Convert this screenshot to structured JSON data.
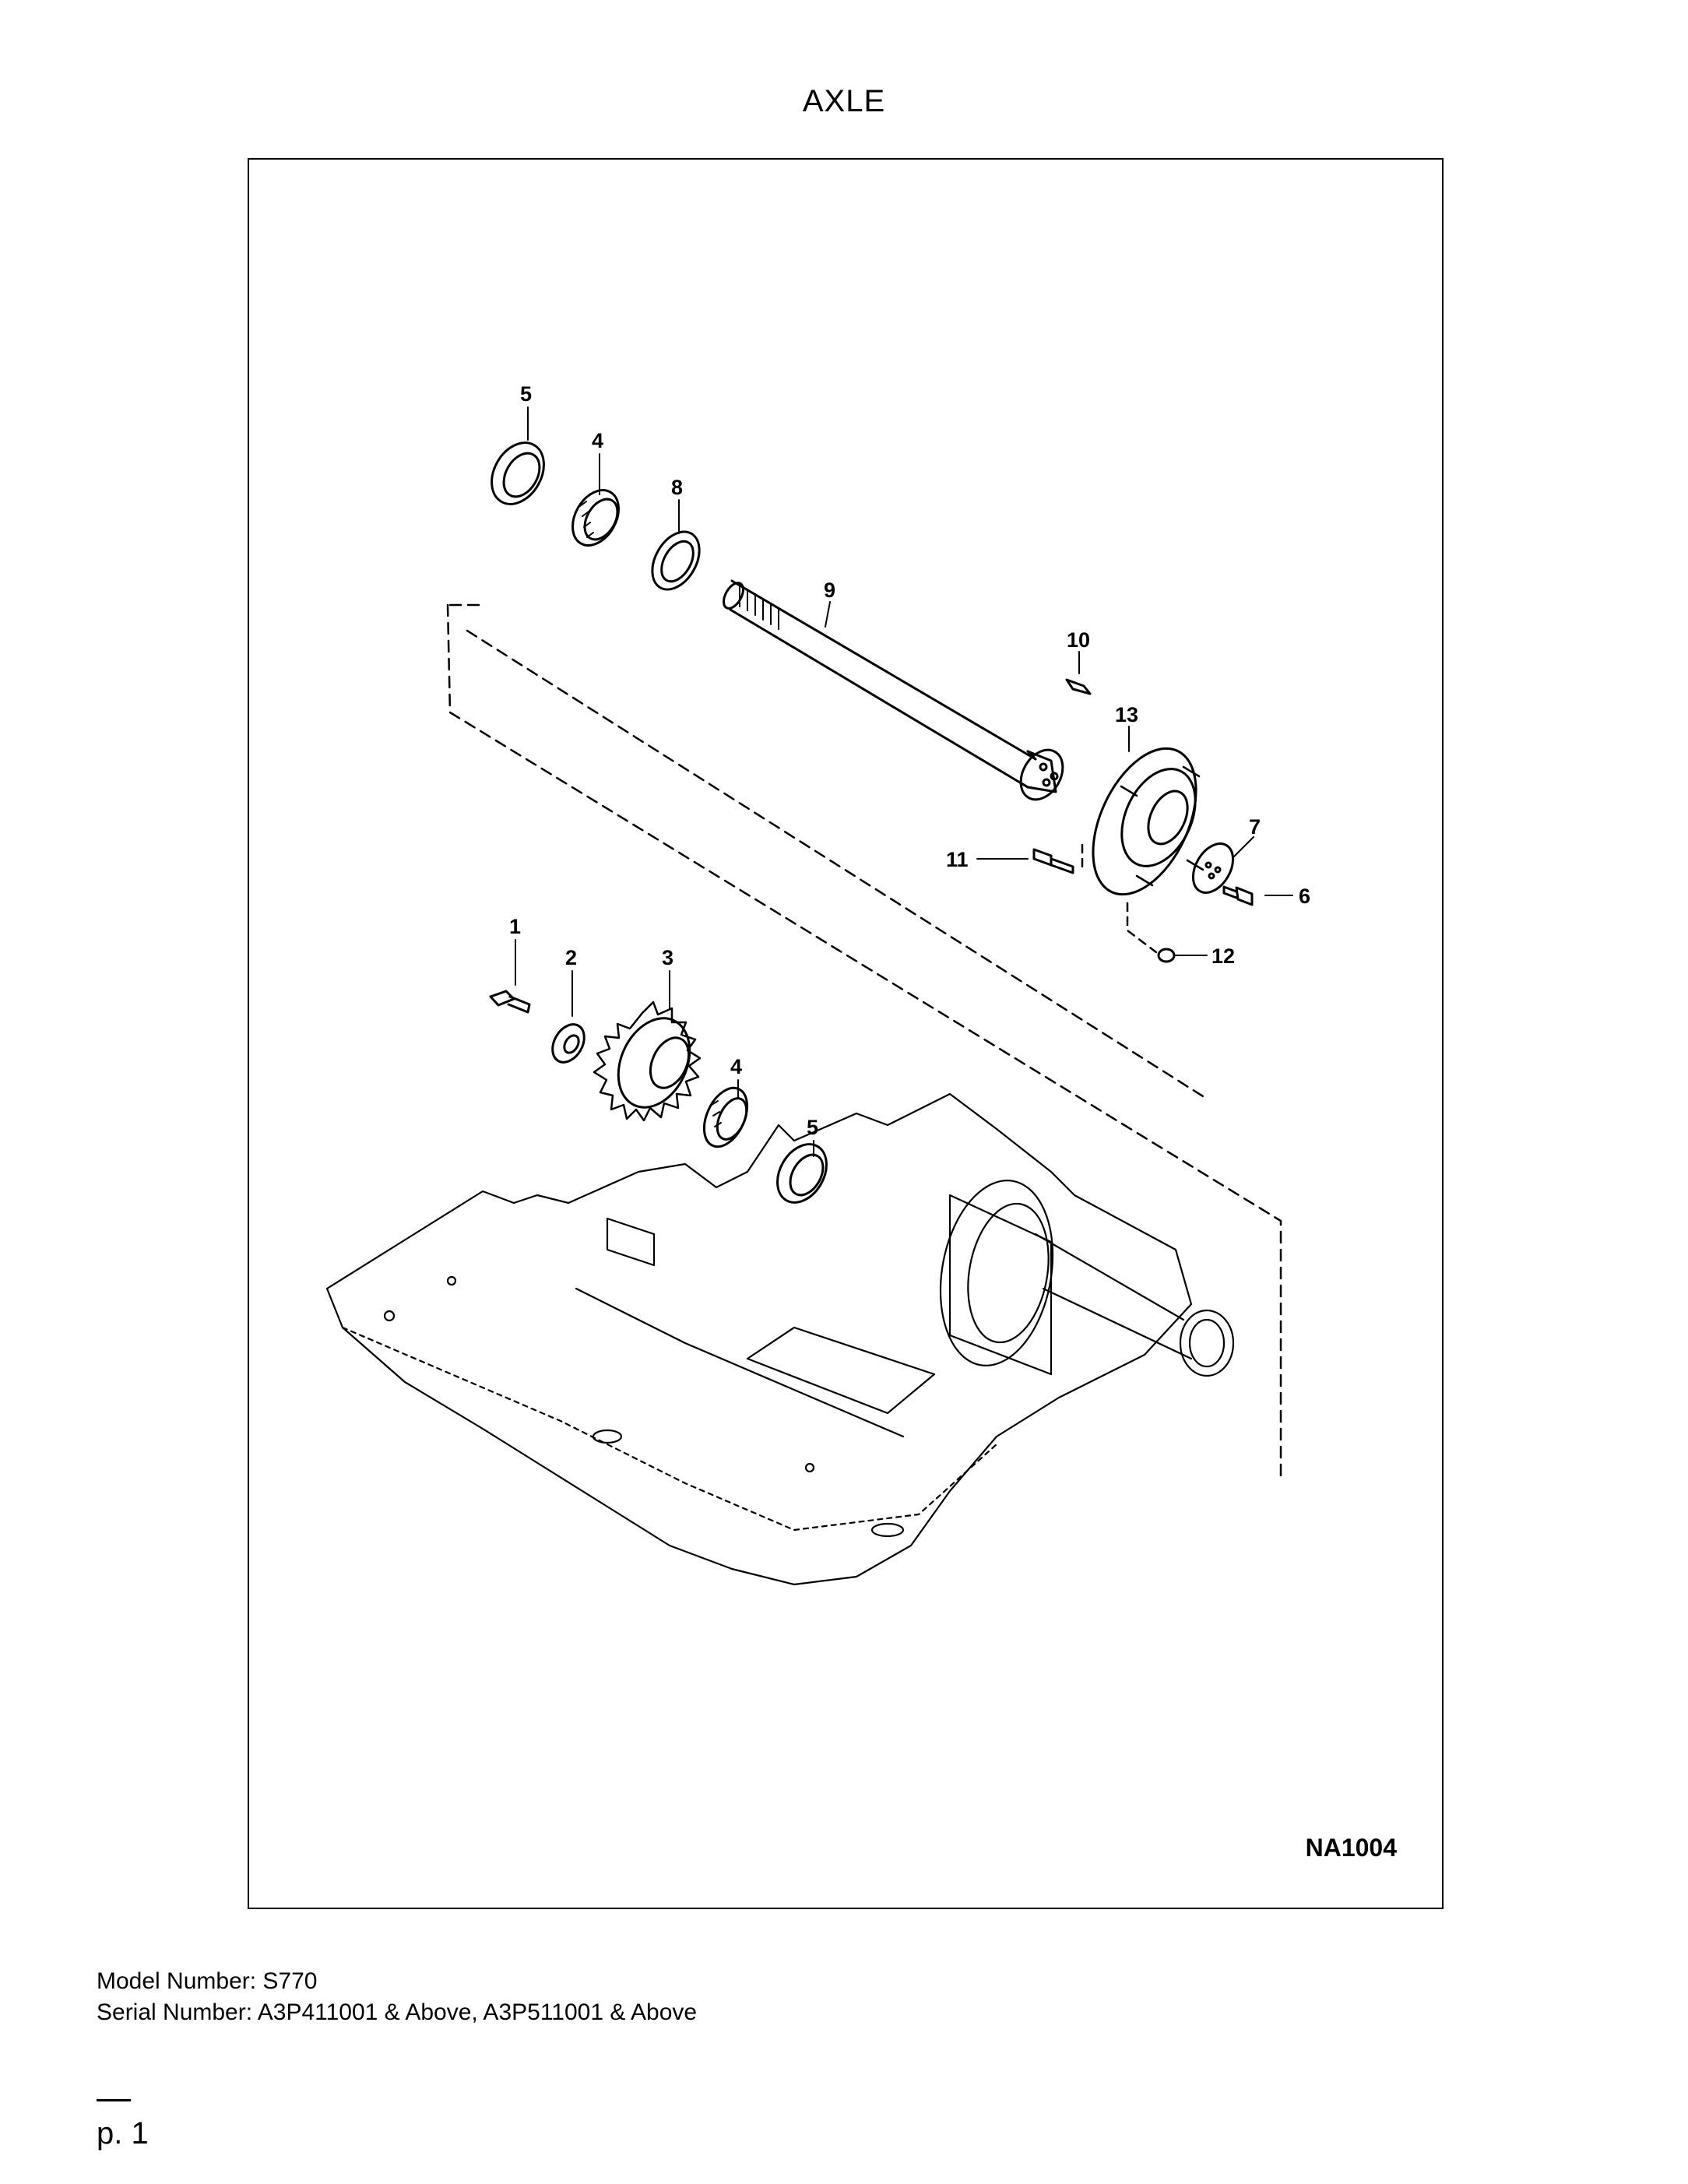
{
  "page": {
    "title": "AXLE",
    "figure_id": "NA1004",
    "model_number": "Model Number: S770",
    "serial_number": "Serial Number: A3P411001 & Above, A3P511001 & Above",
    "page_label": "p. 1"
  },
  "diagram": {
    "callouts": [
      "5",
      "4",
      "8",
      "9",
      "10",
      "13",
      "7",
      "11",
      "6",
      "12",
      "1",
      "2",
      "3",
      "4",
      "5"
    ]
  }
}
